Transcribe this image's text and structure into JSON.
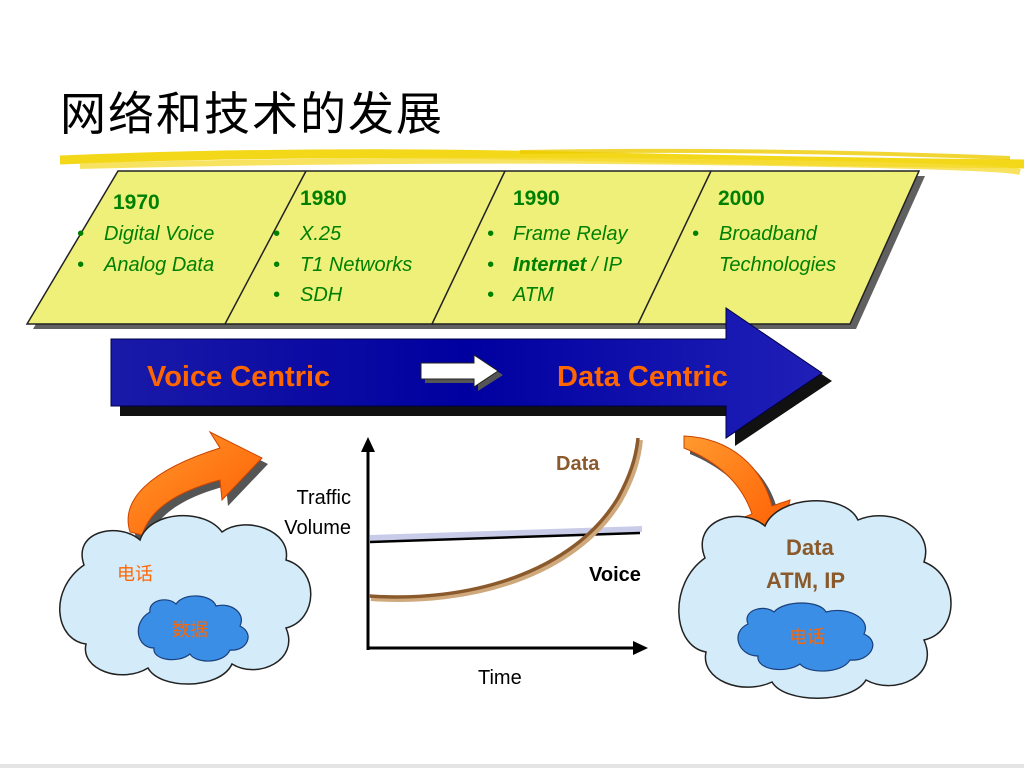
{
  "title": "网络和技术的发展",
  "eras": [
    {
      "year": "1970",
      "items": [
        "Digital Voice",
        "Analog Data"
      ]
    },
    {
      "year": "1980",
      "items": [
        "X.25",
        "T1 Networks",
        "SDH"
      ]
    },
    {
      "year": "1990",
      "items": [
        "Frame Relay",
        "Internet / IP",
        "ATM"
      ],
      "emphasis": "Internet"
    },
    {
      "year": "2000",
      "items": [
        "Broadband Technologies"
      ]
    }
  ],
  "transition": {
    "from": "Voice Centric",
    "to": "Data Centric"
  },
  "graph": {
    "y_label_line1": "Traffic",
    "y_label_line2": "Volume",
    "x_label": "Time",
    "data_label": "Data",
    "voice_label": "Voice"
  },
  "left_cloud": {
    "outer": "电话",
    "inner": "数据"
  },
  "right_cloud": {
    "outer_line1": "Data",
    "outer_line2": "ATM, IP",
    "inner": "电话"
  },
  "colors": {
    "timeline_fill": "#eef07a",
    "band_fill": "#0000a0",
    "accent_orange": "#ff6600",
    "era_text": "#008000",
    "cloud_fill": "#cfe9f7",
    "inner_cloud_fill": "#3a8ee6",
    "curve_brown": "#8a5a2c"
  }
}
